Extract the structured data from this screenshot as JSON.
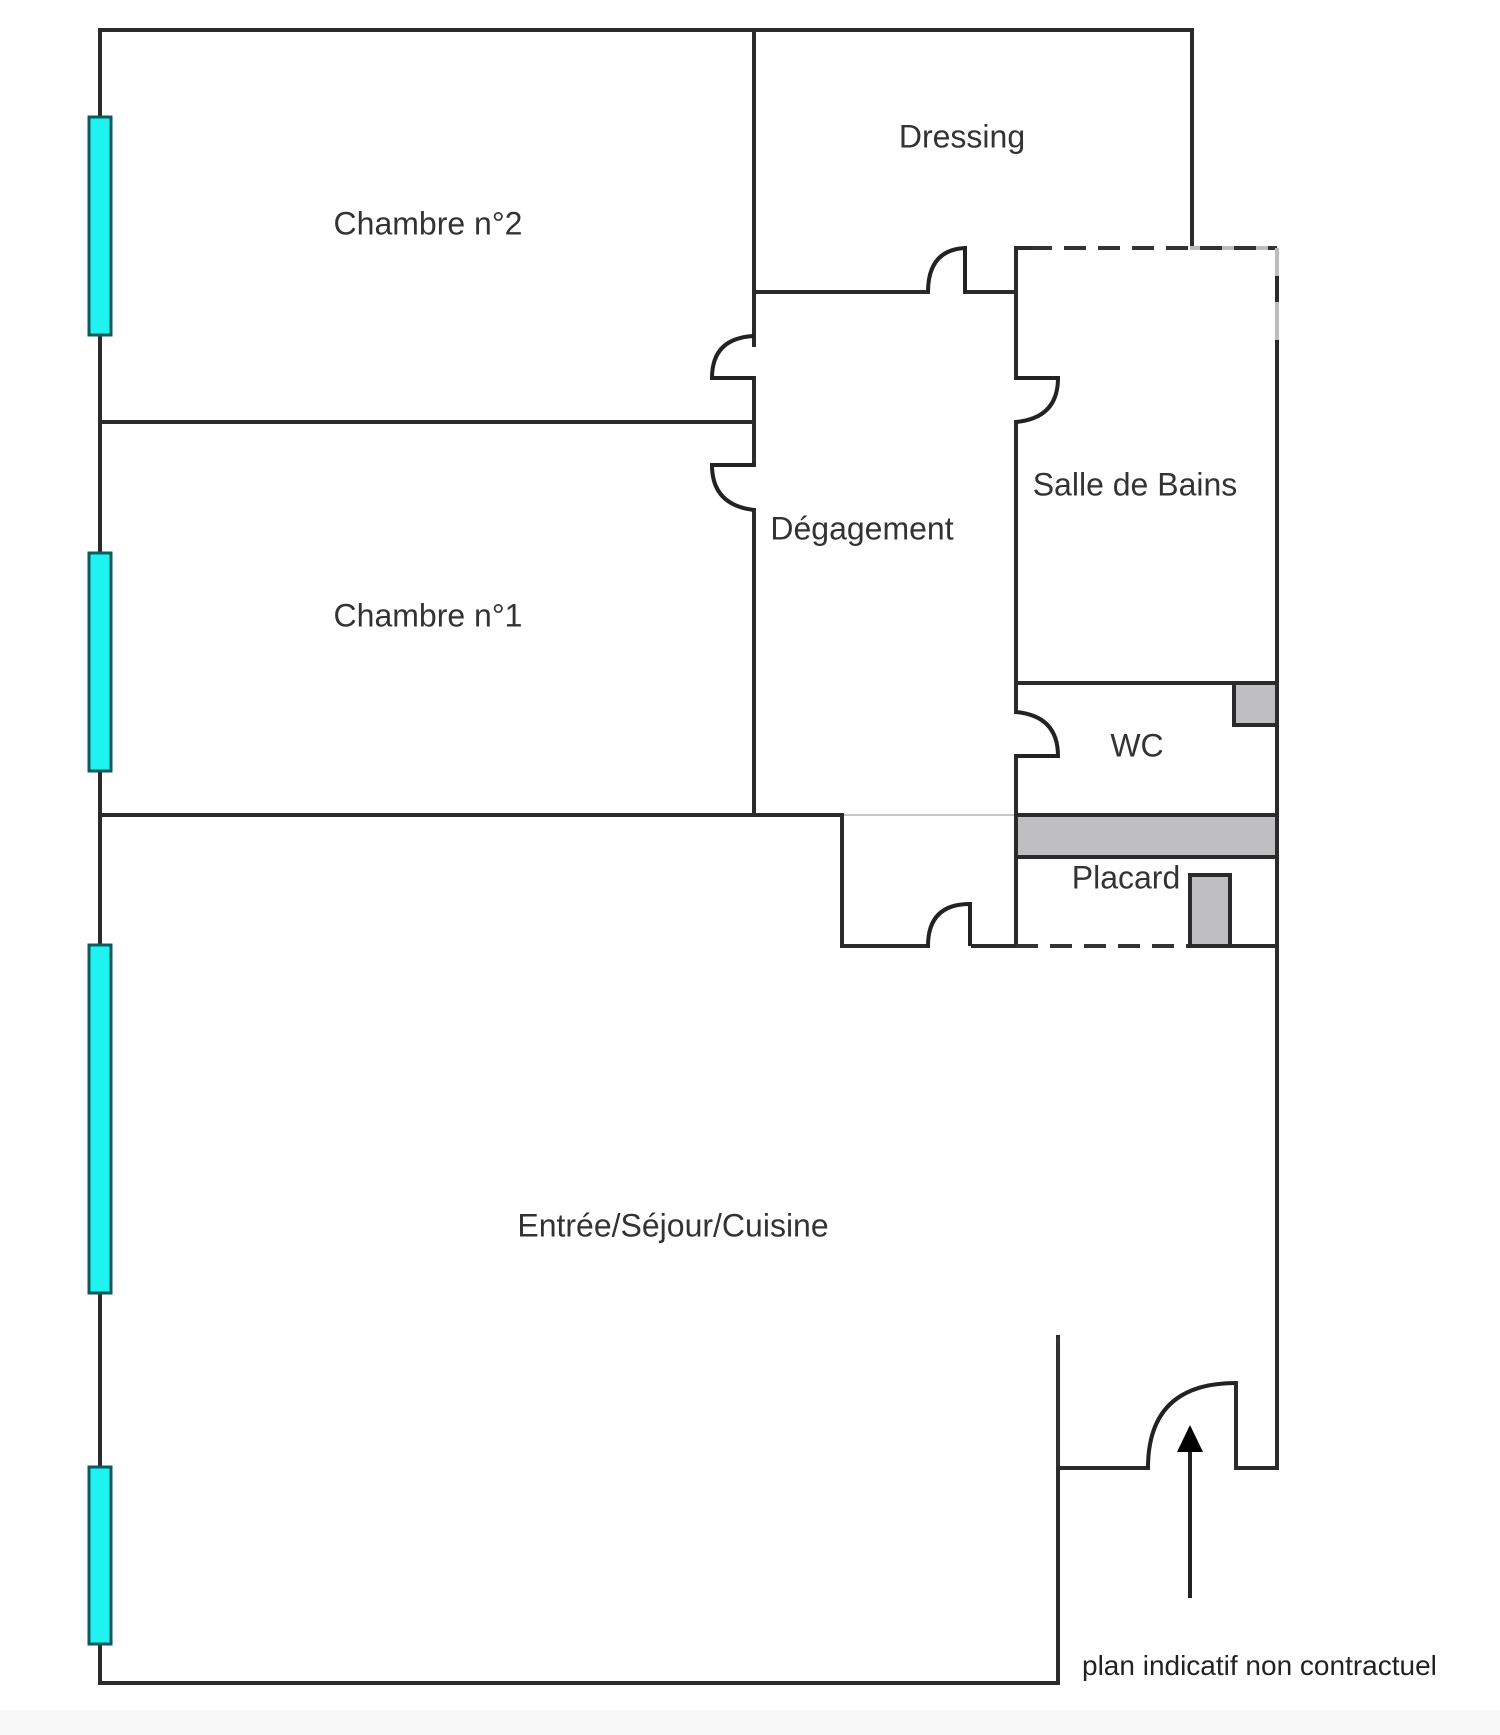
{
  "plan": {
    "rooms": [
      {
        "id": "chambre-2",
        "label": "Chambre n°2"
      },
      {
        "id": "dressing",
        "label": "Dressing"
      },
      {
        "id": "salle-de-bains",
        "label": "Salle de Bains"
      },
      {
        "id": "degagement",
        "label": "Dégagement"
      },
      {
        "id": "chambre-1",
        "label": "Chambre n°1"
      },
      {
        "id": "wc",
        "label": "WC"
      },
      {
        "id": "placard",
        "label": "Placard"
      },
      {
        "id": "sejour",
        "label": "Entrée/Séjour/Cuisine"
      }
    ],
    "entrance_arrow": "arrow-up-icon",
    "disclaimer": "plan indicatif non contractuel",
    "colors": {
      "wall": "#2b2b2b",
      "window_fill": "#1ff3f0",
      "window_stroke": "#0d5a5e",
      "fixture_fill": "#bfbfc2",
      "background": "#ffffff"
    }
  }
}
